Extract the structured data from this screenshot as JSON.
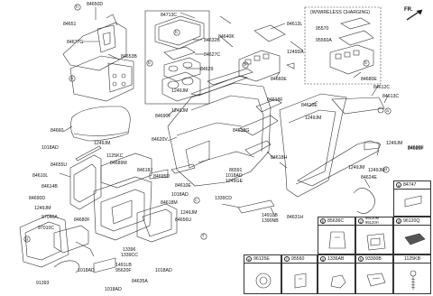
{
  "header": {
    "fr_label": "FR.",
    "wireless_box_title": "(W/WIRELESS CHARGING)"
  },
  "callouts": {
    "b": "b",
    "a": "a",
    "c": "c",
    "d": "d",
    "e": "e",
    "f": "f",
    "g": "g",
    "h": "h"
  },
  "labels": {
    "p84650D": "84650D",
    "p84651": "84651",
    "p84677G": "84677G",
    "p84653B": "84653B",
    "p84713C": "84713C",
    "p84632B": "84632B",
    "p84627C": "84627C",
    "p84629": "84629",
    "p1249JM_a": "1249JM",
    "p84640K": "84640K",
    "p84613L": "84613L",
    "p1249DA": "1249DA",
    "p84660E": "84660E",
    "p95570": "95570",
    "p95560A": "95560A",
    "p84680E": "84680E",
    "p84612C": "84612C",
    "p84613C": "84613C",
    "p1249JM_b": "1249JM",
    "p84690F": "84690F",
    "p84660": "84660",
    "p1018AD_a": "1018AD",
    "p1249JM_c": "1249JM",
    "p1125KC": "1125KC",
    "p84655U": "84655U",
    "p84610L": "84610L",
    "p84614B": "84614B",
    "p84620V": "84620V",
    "p84618F": "84618F",
    "p84610E": "84610E",
    "p1249JM_d": "1249JM",
    "p84618G": "84618G",
    "p84618H": "84618H",
    "p84695F": "84695F",
    "p1249JM_e": "1249JM",
    "p1249JM_f": "1249JM",
    "p84689M": "84689M",
    "p84618J": "84618J",
    "p84695D": "84695D",
    "p84610E_b": "84610E",
    "p86591": "86591",
    "p1018AD_b": "1018AD",
    "p1249GE": "1249GE",
    "p1018AD_c": "1018AD",
    "p1249JM_g": "1249JM",
    "p84624E": "84624E",
    "p1339CD": "1339CD",
    "p84618M": "84618M",
    "p84690D": "84690D",
    "p1249JM_h": "1249JM",
    "p97040A": "97040A",
    "p84680F": "84680F",
    "p97010C": "97010C",
    "p84656U": "84656U",
    "p1249JM_i": "1249JM",
    "p1491LB": "1491LB",
    "p1390NB": "1390NB",
    "p84631H": "84631H",
    "p13396": "13396",
    "p1339CC": "1339CC",
    "p1018AD_d": "1018AD",
    "p1491LB_b": "1491LB",
    "p95620F": "95620F",
    "p84635A": "84635A",
    "p1018AD_e": "1018AD",
    "p91393": "91393",
    "p1018AD_f": "1018AD"
  },
  "parts_table": [
    {
      "ref": "a",
      "part": "84747"
    },
    {
      "ref": "b",
      "part": "85636C"
    },
    {
      "ref": "c",
      "part": "95120M\n95120H"
    },
    {
      "ref": "d",
      "part": "96120Q"
    },
    {
      "ref": "e",
      "part": "96125E"
    },
    {
      "ref": "f",
      "part": "95560"
    },
    {
      "ref": "g",
      "part": "1336AB"
    },
    {
      "ref": "h",
      "part": "93300B"
    },
    {
      "ref": "",
      "part": "1125KB"
    }
  ]
}
